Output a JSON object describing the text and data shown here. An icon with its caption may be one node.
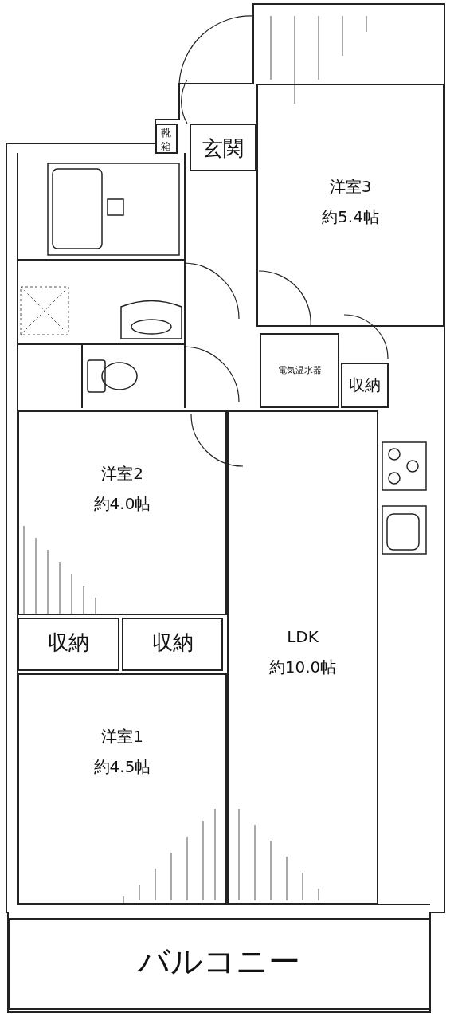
{
  "diagram": {
    "nodes": [
      {
        "text": [
          "靴箱"
        ]
      },
      {
        "text": [
          "玄関"
        ]
      },
      {
        "text": [
          "洋室3",
          "約5.4帖"
        ]
      },
      {
        "text": [
          "電気温水器"
        ]
      },
      {
        "text": [
          "収納"
        ]
      },
      {
        "text": [
          "洋室2",
          "約4.0帖"
        ]
      },
      {
        "text": [
          "収納"
        ]
      },
      {
        "text": [
          "収納"
        ]
      },
      {
        "text": [
          "LDK",
          "約10.0帖"
        ]
      },
      {
        "text": [
          "洋室1",
          "約4.5帖"
        ]
      },
      {
        "text": [
          "バルコニー"
        ]
      }
    ]
  }
}
